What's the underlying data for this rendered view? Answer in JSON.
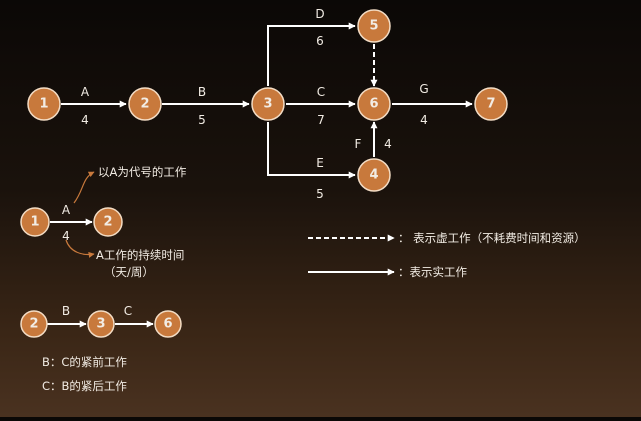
{
  "main_network": {
    "nodes": [
      "1",
      "2",
      "3",
      "4",
      "5",
      "6",
      "7"
    ],
    "activities": [
      {
        "name": "A",
        "duration": "4"
      },
      {
        "name": "B",
        "duration": "5"
      },
      {
        "name": "C",
        "duration": "7"
      },
      {
        "name": "D",
        "duration": "6"
      },
      {
        "name": "E",
        "duration": "5"
      },
      {
        "name": "F",
        "duration": "4"
      },
      {
        "name": "G",
        "duration": "4"
      }
    ]
  },
  "example": {
    "nodes": [
      "1",
      "2"
    ],
    "activity": "A",
    "duration": "4",
    "note_code": "以A为代号的工作",
    "note_duration_line1": "A工作的持续时间",
    "note_duration_line2": "（天/周）"
  },
  "legend": {
    "dummy": "：  表示虚工作（不耗费时间和资源）",
    "real": "：表示实工作"
  },
  "chain": {
    "nodes": [
      "2",
      "3",
      "6"
    ],
    "activities": [
      "B",
      "C"
    ],
    "note1": "B：C的紧前工作",
    "note2": "C：B的紧后工作"
  },
  "colors": {
    "node_fill": "#c8793c",
    "arrow": "#ffffff"
  }
}
